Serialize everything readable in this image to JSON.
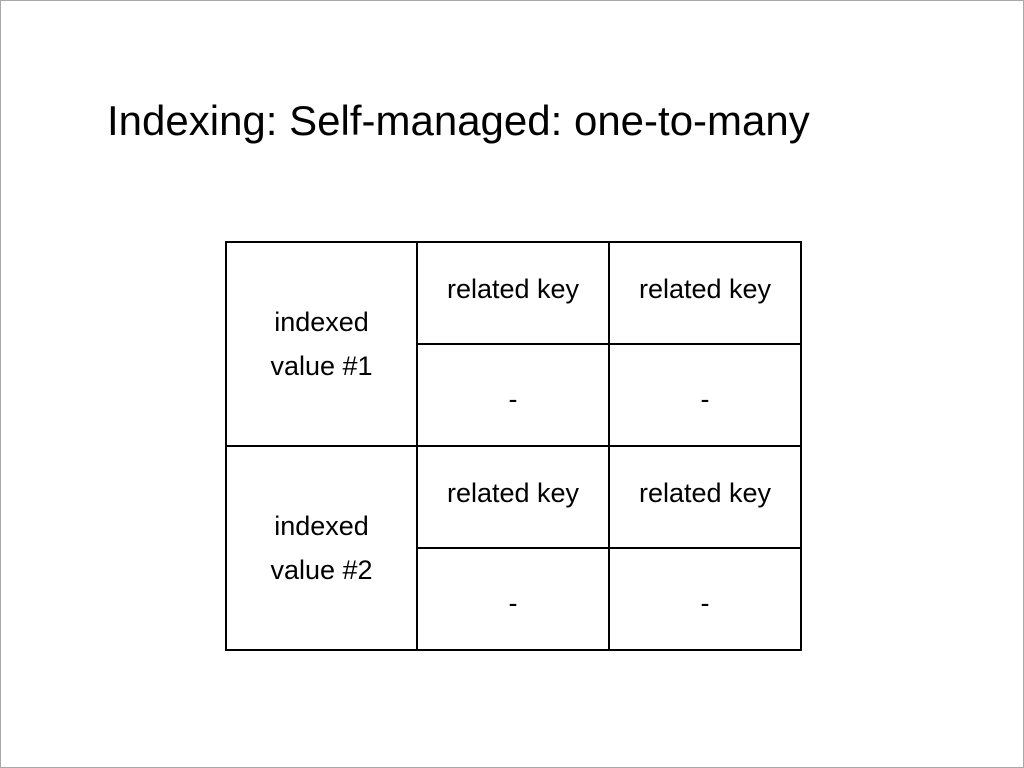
{
  "slide": {
    "title": "Indexing: Self-managed: one-to-many"
  },
  "table": {
    "groups": [
      {
        "indexed_value": "indexed value #1",
        "keys": [
          "related key",
          "related key"
        ],
        "values": [
          "-",
          "-"
        ]
      },
      {
        "indexed_value": "indexed value #2",
        "keys": [
          "related key",
          "related key"
        ],
        "values": [
          "-",
          "-"
        ]
      }
    ]
  }
}
